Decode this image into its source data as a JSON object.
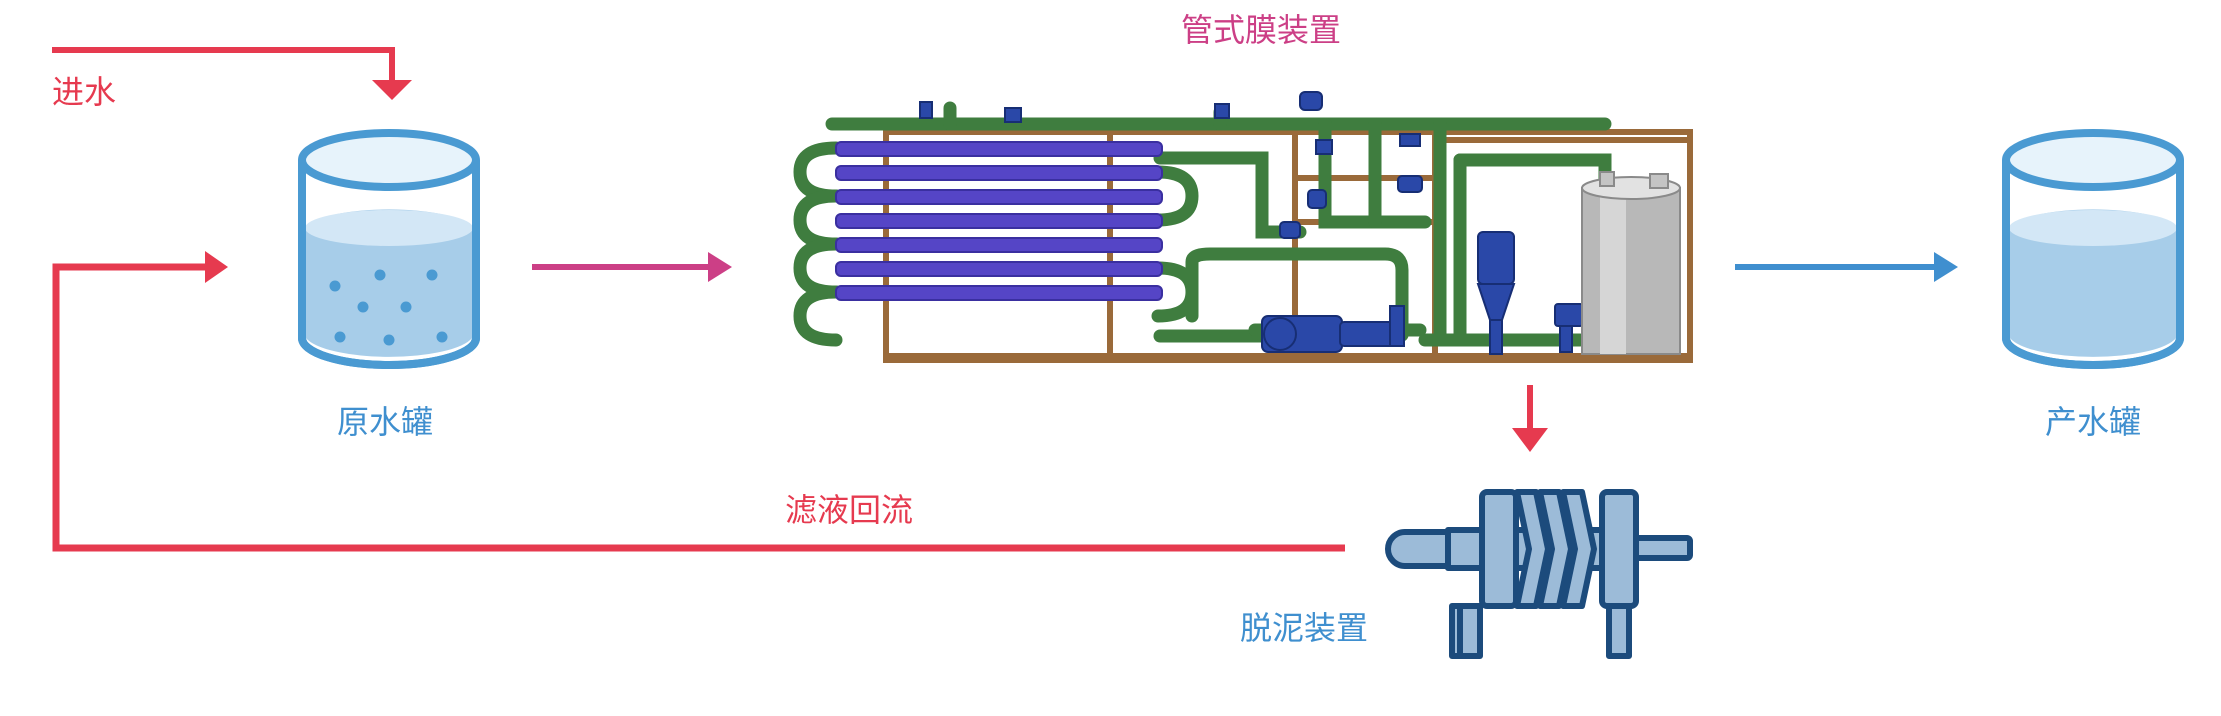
{
  "labels": {
    "inflow": "进水",
    "raw_tank": "原水罐",
    "membrane_unit": "管式膜装置",
    "product_tank": "产水罐",
    "filtrate_return": "滤液回流",
    "dewatering_unit": "脱泥装置"
  },
  "colors": {
    "red": "#e63a4f",
    "blue": "#3f8fcf",
    "pink": "#cc3f86",
    "navy": "#1c4b7c",
    "pipe_green": "#3f7d3f",
    "membrane_purple": "#5545c6",
    "frame_brown": "#9a6a3a"
  },
  "icons": [
    "raw-water-tank-icon",
    "tubular-membrane-unit-icon",
    "product-water-tank-icon",
    "sludge-dewatering-press-icon"
  ]
}
